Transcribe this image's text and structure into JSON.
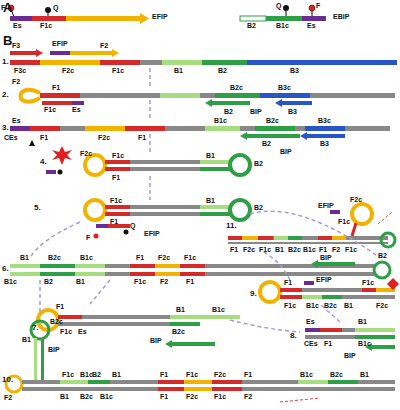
{
  "diagram": {
    "labels": [
      "A",
      "F",
      "Q",
      "Es",
      "F1c",
      "EFIP",
      "Q",
      "F",
      "B2",
      "B1c",
      "Es",
      "EBIP",
      "B",
      "F3",
      "EFIP",
      "F2",
      "1.",
      "F3c",
      "F2c",
      "F1c",
      "B1",
      "B2",
      "B3",
      "2.",
      "F2",
      "F1",
      "F1c",
      "Es",
      "B2c",
      "B3c",
      "B2",
      "B3",
      "BIP",
      "3.",
      "Es",
      "CEs",
      "F1",
      "F2c",
      "F1",
      "B1c",
      "B2c",
      "B3c",
      "B2",
      "B3",
      "BIP",
      "4.",
      "F2c",
      "F1c",
      "F1",
      "B1",
      "B2",
      "5.",
      "F1c",
      "F1",
      "B1",
      "B2",
      "Q",
      "F",
      "EFIP",
      "11.",
      "EFIP",
      "F2c",
      "F1c",
      "F1",
      "F2c",
      "F1c",
      "B1",
      "B2c",
      "B1c",
      "F1",
      "F2",
      "F1c",
      "B2",
      "6.",
      "B1",
      "B2c",
      "B1c",
      "F1",
      "F2c",
      "F1c",
      "BIP",
      "B1c",
      "B2",
      "B1",
      "F1c",
      "F2",
      "F1",
      "7.",
      "F1",
      "F1c",
      "Es",
      "B1",
      "B2c",
      "BIP",
      "B1c",
      "9.",
      "F1",
      "EFIP",
      "F1c",
      "B1c",
      "B2c",
      "B1",
      "F1c",
      "F2c",
      "8.",
      "Es",
      "CEs",
      "F1",
      "B1",
      "B1c",
      "BIP",
      "10.",
      "B2c",
      "B1",
      "BIP",
      "F2",
      "F1c",
      "B1c",
      "B2",
      "B1",
      "F1",
      "F1c",
      "F2c",
      "F1",
      "B1c",
      "B2c",
      "B1",
      "B1",
      "B2c",
      "B1c",
      "F1",
      "F2c",
      "F1c",
      "F2"
    ]
  }
}
